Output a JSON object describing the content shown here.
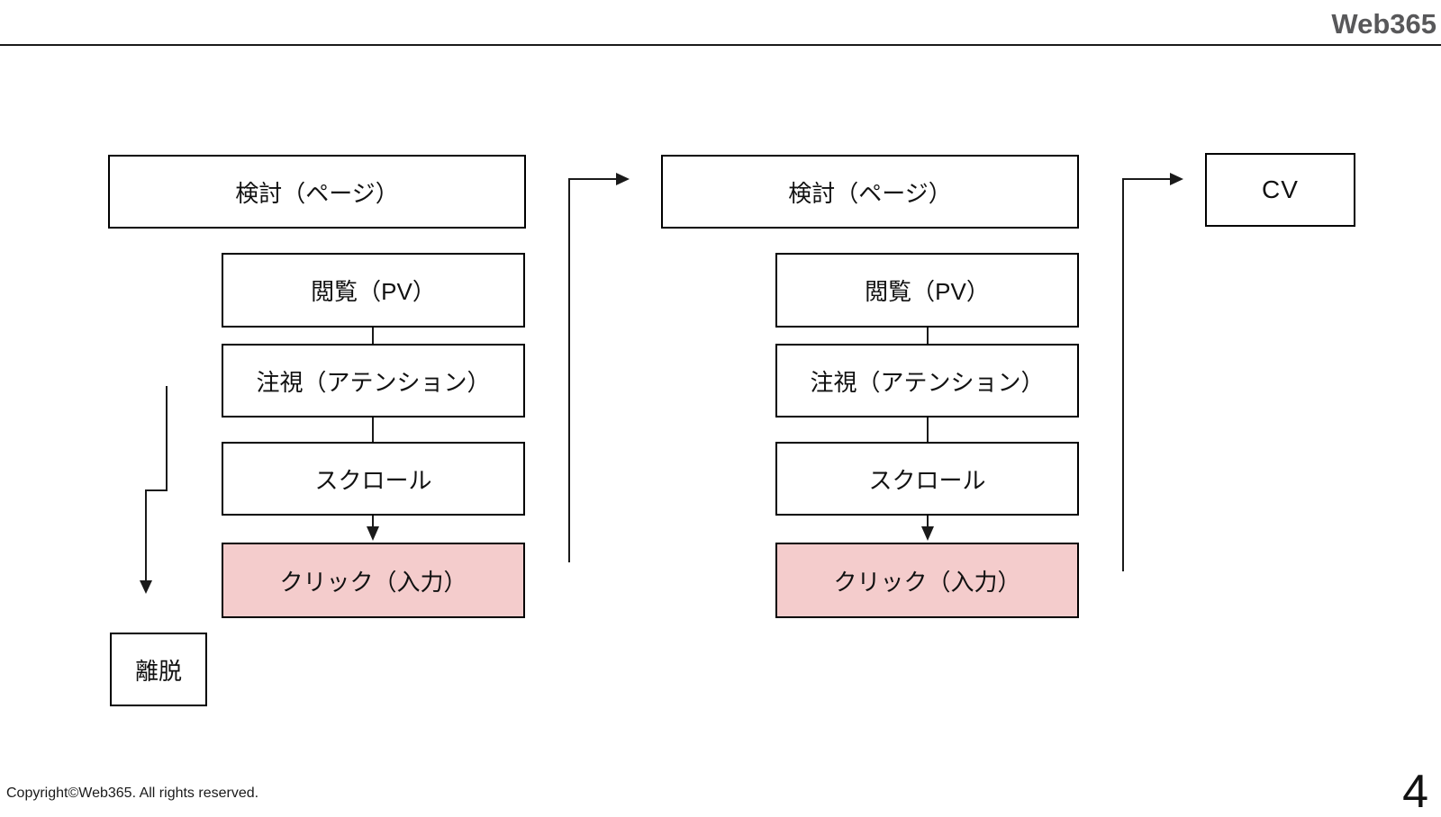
{
  "header": {
    "brand": "Web365"
  },
  "diagram": {
    "columns": [
      {
        "top_box": "検討（ページ）",
        "steps": [
          "閲覧（PV）",
          "注視（アテンション）",
          "スクロール",
          "クリック（入力）"
        ]
      },
      {
        "top_box": "検討（ページ）",
        "steps": [
          "閲覧（PV）",
          "注視（アテンション）",
          "スクロール",
          "クリック（入力）"
        ]
      }
    ],
    "exit_box": "離脱",
    "cv_box": "CV"
  },
  "colors": {
    "highlight_fill": "#f4cccc",
    "box_border": "#000000",
    "arrow": "#1a1a1a",
    "brand_text": "#58585a"
  },
  "footer": {
    "copyright": "Copyright©Web365. All rights reserved.",
    "page_number": "4"
  }
}
